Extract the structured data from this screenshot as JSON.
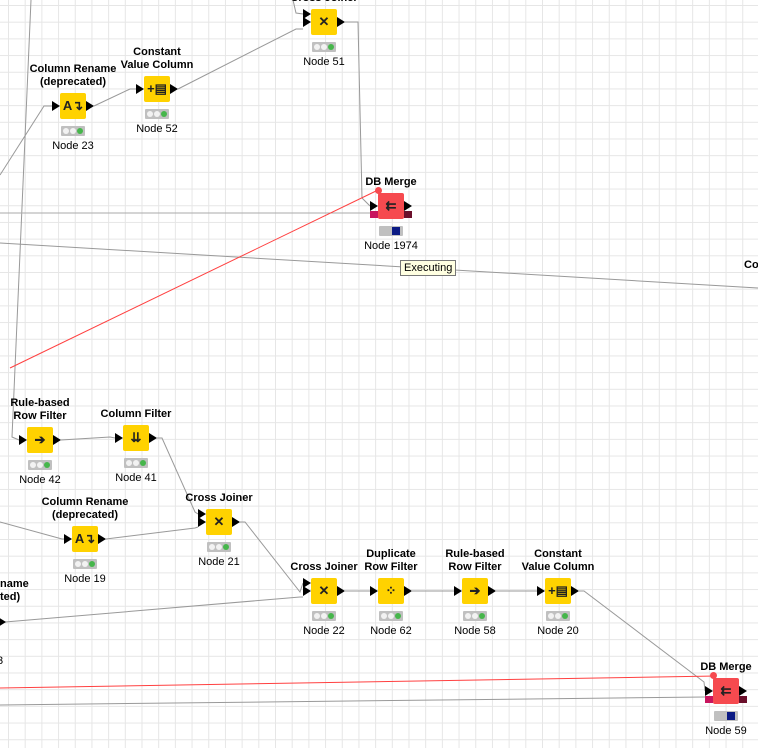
{
  "colors": {
    "node_yellow": "#ffd200",
    "db_red": "#f64a4f",
    "status_green": "#46b64b",
    "executing_blue": "#0b1a84",
    "flow_variable_line": "#ff4040"
  },
  "nodes": [
    {
      "id": "node-51",
      "title": [
        "Cross Joiner"
      ],
      "label": "Node 51",
      "kind": "cross-joiner",
      "status": "executed"
    },
    {
      "id": "node-23",
      "title": [
        "Column Rename",
        "(deprecated)"
      ],
      "label": "Node 23",
      "kind": "column-rename",
      "status": "executed"
    },
    {
      "id": "node-52",
      "title": [
        "Constant",
        "Value Column"
      ],
      "label": "Node 52",
      "kind": "constant-value",
      "status": "executed"
    },
    {
      "id": "node-1974",
      "title": [
        "DB Merge"
      ],
      "label": "Node 1974",
      "kind": "db-merge",
      "status": "executing"
    },
    {
      "id": "node-42",
      "title": [
        "Rule-based",
        "Row Filter"
      ],
      "label": "Node 42",
      "kind": "rule-row-filter",
      "status": "executed"
    },
    {
      "id": "node-41",
      "title": [
        "Column Filter"
      ],
      "label": "Node 41",
      "kind": "column-filter",
      "status": "executed"
    },
    {
      "id": "node-21",
      "title": [
        "Cross Joiner"
      ],
      "label": "Node 21",
      "kind": "cross-joiner",
      "status": "executed"
    },
    {
      "id": "node-19",
      "title": [
        "Column Rename",
        "(deprecated)"
      ],
      "label": "Node 19",
      "kind": "column-rename",
      "status": "executed"
    },
    {
      "id": "node-22",
      "title": [
        "Cross Joiner"
      ],
      "label": "Node 22",
      "kind": "cross-joiner",
      "status": "executed"
    },
    {
      "id": "node-62",
      "title": [
        "Duplicate",
        "Row Filter"
      ],
      "label": "Node 62",
      "kind": "duplicate-row-filter",
      "status": "executed"
    },
    {
      "id": "node-58",
      "title": [
        "Rule-based",
        "Row Filter"
      ],
      "label": "Node 58",
      "kind": "rule-row-filter",
      "status": "executed"
    },
    {
      "id": "node-20",
      "title": [
        "Constant",
        "Value Column"
      ],
      "label": "Node 20",
      "kind": "constant-value",
      "status": "executed"
    },
    {
      "id": "node-59",
      "title": [
        "DB Merge"
      ],
      "label": "Node 59",
      "kind": "db-merge",
      "status": "executing"
    }
  ],
  "tooltip": "Executing",
  "partial_labels": {
    "right_edge": "Co",
    "left_title_1": "name",
    "left_title_2": "ted)",
    "left_label": "3"
  }
}
